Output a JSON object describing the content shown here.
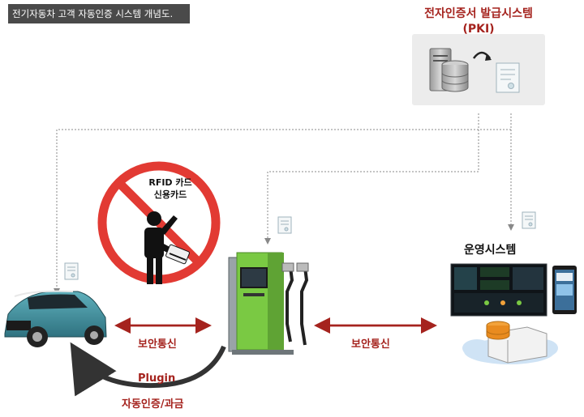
{
  "caption": "전기자동차 고객 자동인증 시스템 개념도.",
  "pki": {
    "title_line1": "전자인증서 발급시스템",
    "title_line2": "(PKI)"
  },
  "prohibited": {
    "line1": "RFID 카드",
    "line2": "신용카드"
  },
  "operations": {
    "title": "운영시스템"
  },
  "links": {
    "car_charger": "보안통신",
    "charger_ops": "보안통신",
    "plugin": "Plugin",
    "auto_auth": "자동인증/과금"
  },
  "colors": {
    "accent_red": "#a5231e",
    "car_body": "#3f8a96",
    "charger_green": "#7ac943",
    "charger_gray": "#9aa3a8",
    "no_sign_red": "#e23a33",
    "dashed_line": "#888888"
  },
  "icons": [
    "server-database-icon",
    "refresh-arrow-icon",
    "certificate-icon",
    "no-sign-icon",
    "person-icon",
    "card-icon",
    "car-icon",
    "ev-charger-icon",
    "dashboard-screen-icon",
    "tablet-icon",
    "cloud-server-icon"
  ]
}
